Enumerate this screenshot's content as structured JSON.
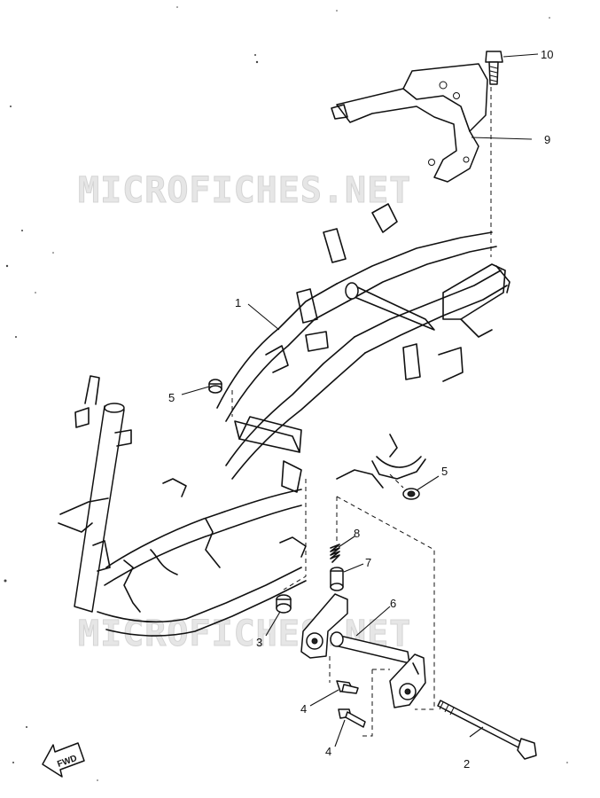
{
  "watermarks": [
    "MICROFICHES.NET",
    "MICROFICHES.NET"
  ],
  "fwd_label": "FWD",
  "callouts": [
    "1",
    "2",
    "3",
    "4",
    "4",
    "5",
    "5",
    "6",
    "7",
    "8",
    "9",
    "10"
  ]
}
